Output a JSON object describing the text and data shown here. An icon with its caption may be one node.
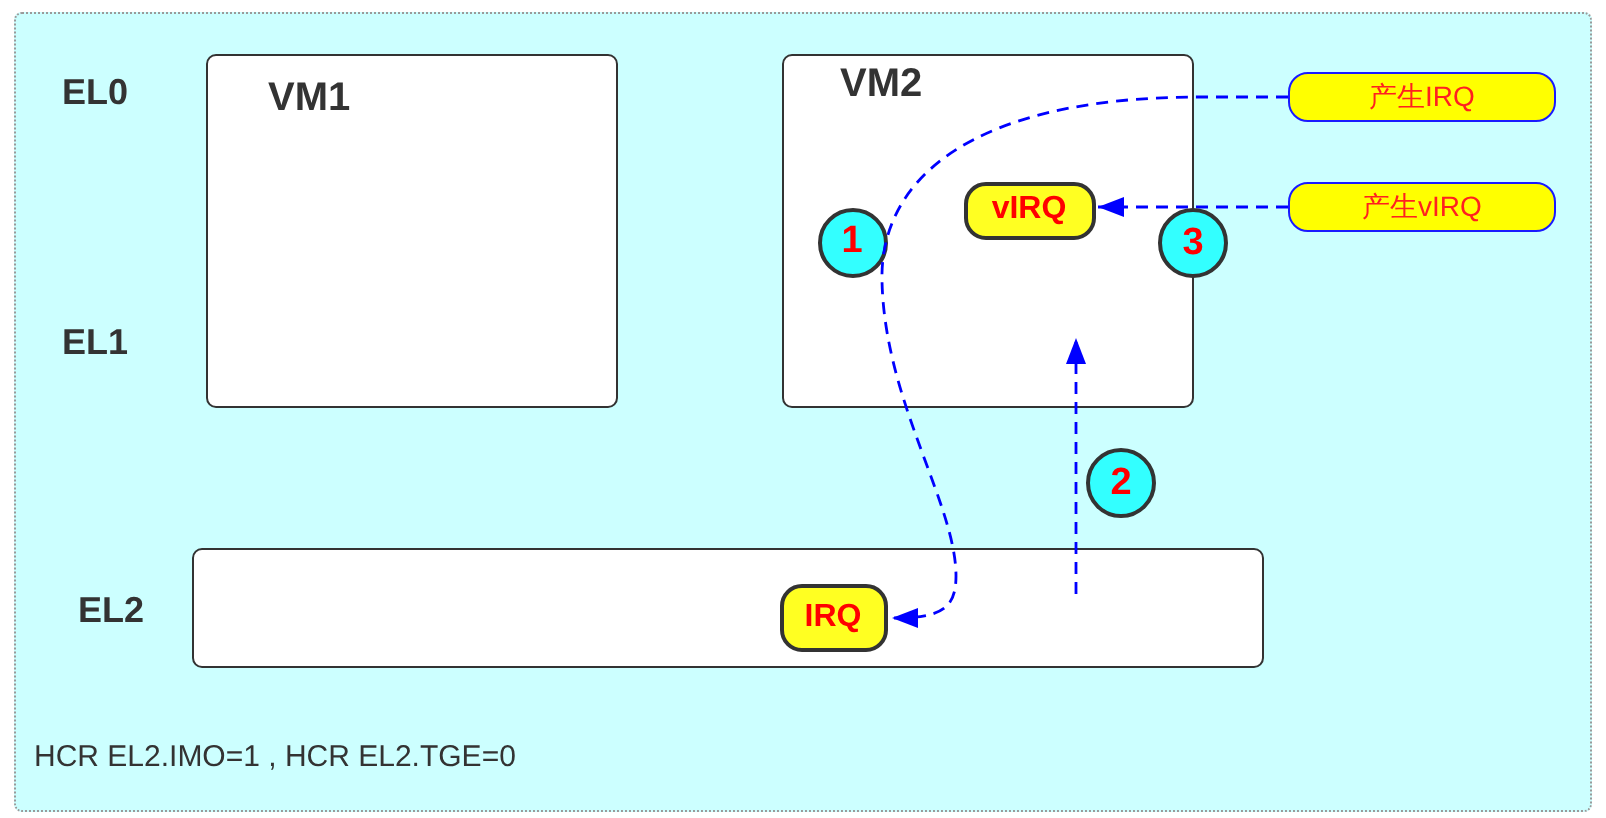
{
  "diagram": {
    "nodes": [
      {
        "text": [
          "VM1"
        ]
      },
      {
        "text": [
          "VM2"
        ]
      },
      {
        "text": [
          "1"
        ],
        "in": 1
      },
      {
        "text": [
          "vIRQ"
        ],
        "in": 1
      },
      {
        "text": [
          "3"
        ]
      },
      {
        "text": [
          "产生IRQ"
        ]
      },
      {
        "text": [
          "产生vIRQ"
        ]
      },
      {
        "text": [
          "2"
        ]
      },
      {
        "text": [],
        "shape": "box"
      },
      {
        "text": [
          "IRQ"
        ],
        "in": 8
      }
    ],
    "edges": [
      {
        "from": 5,
        "to": 9,
        "arrow": "to",
        "style": "dashed"
      },
      {
        "from": 6,
        "to": 3,
        "arrow": "to",
        "style": "dashed"
      },
      {
        "from": 8,
        "to": 1,
        "arrow": "to",
        "style": "dashed"
      }
    ],
    "labels": [
      "EL0",
      "EL1",
      "EL2",
      "HCR EL2.IMO=1 , HCR EL2.TGE=0"
    ]
  }
}
